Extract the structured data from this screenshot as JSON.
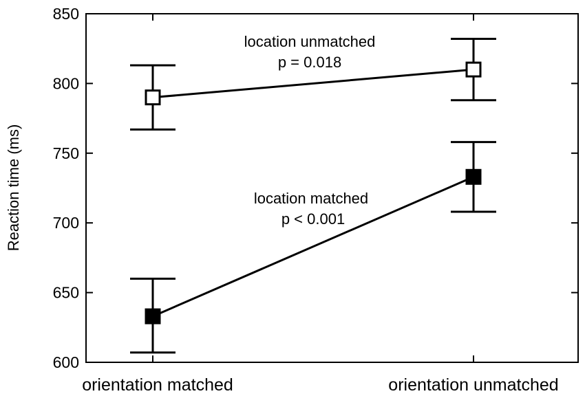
{
  "chart_data": {
    "type": "line",
    "categories": [
      "orientation matched",
      "orientation unmatched"
    ],
    "ylabel": "Reaction time (ms)",
    "xlabel": "",
    "ylim": [
      600,
      850
    ],
    "yticks": [
      600,
      650,
      700,
      750,
      800,
      850
    ],
    "grid": false,
    "series": [
      {
        "marker": "open-square",
        "values": [
          790,
          810
        ],
        "error_low": [
          767,
          788
        ],
        "error_high": [
          813,
          832
        ],
        "annotation": [
          "location unmatched",
          "p = 0.018"
        ]
      },
      {
        "marker": "filled-square",
        "values": [
          633,
          733
        ],
        "error_low": [
          607,
          708
        ],
        "error_high": [
          660,
          758
        ],
        "annotation": [
          "location matched",
          "p < 0.001"
        ]
      }
    ],
    "colors": {
      "line": "#000000",
      "open_fill": "#ffffff",
      "filled_fill": "#000000"
    }
  }
}
